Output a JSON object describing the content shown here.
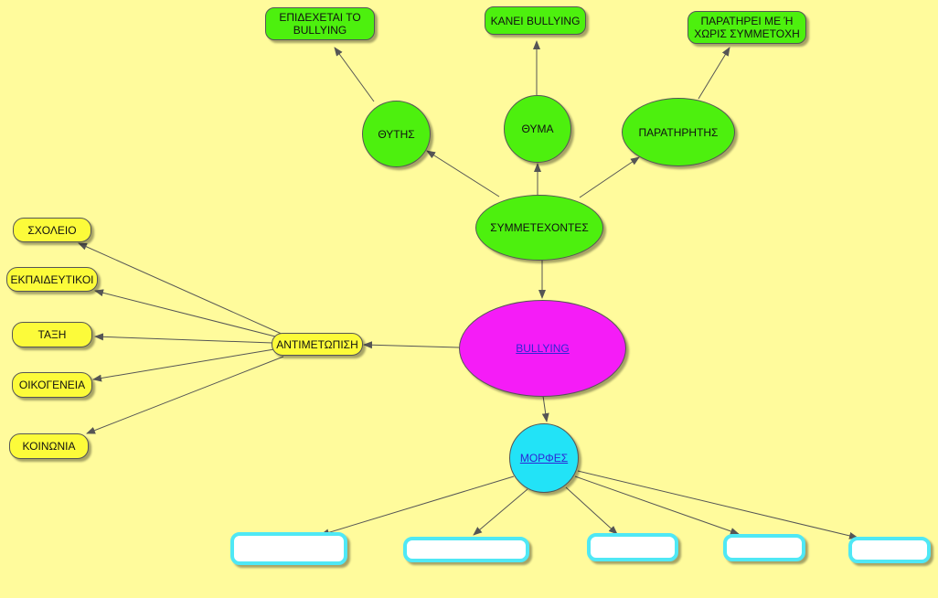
{
  "map": {
    "center": "BULLYING",
    "participants": "ΣΥΜΜΕΤΕΧΟΝΤΕΣ",
    "perpetrator": "ΘΥΤΗΣ",
    "victim": "ΘΥΜΑ",
    "observer": "ΠΑΡΑΤΗΡΗΤΗΣ",
    "perpetrator_detail": "ΕΠΙΔΕΧΕΤΑΙ ΤΟ BULLYING",
    "victim_detail": "ΚΑΝΕΙ BULLYING",
    "observer_detail": "ΠΑΡΑΤΗΡΕΙ ΜΕ Ή ΧΩΡΙΣ ΣΥΜΜΕΤΟΧΗ",
    "response": "ΑΝΤΙΜΕΤΩΠΙΣΗ",
    "response_items": [
      "ΣΧΟΛΕΙΟ",
      "ΕΚΠΑΙΔΕΥΤΙΚΟΙ",
      "ΤΑΞΗ",
      "ΟΙΚΟΓΕΝΕΙΑ",
      "ΚΟΙΝΩΝΙΑ"
    ],
    "forms": "ΜΟΡΦΕΣ",
    "form_items": [
      "",
      "",
      "",
      "",
      ""
    ]
  },
  "colors": {
    "background": "#fffb9c",
    "participants_branch": "#4df00e",
    "response_branch": "#fcfb3a",
    "center": "#f51cf7",
    "forms": "#22e3f7",
    "link_text": "#2d25d6"
  }
}
